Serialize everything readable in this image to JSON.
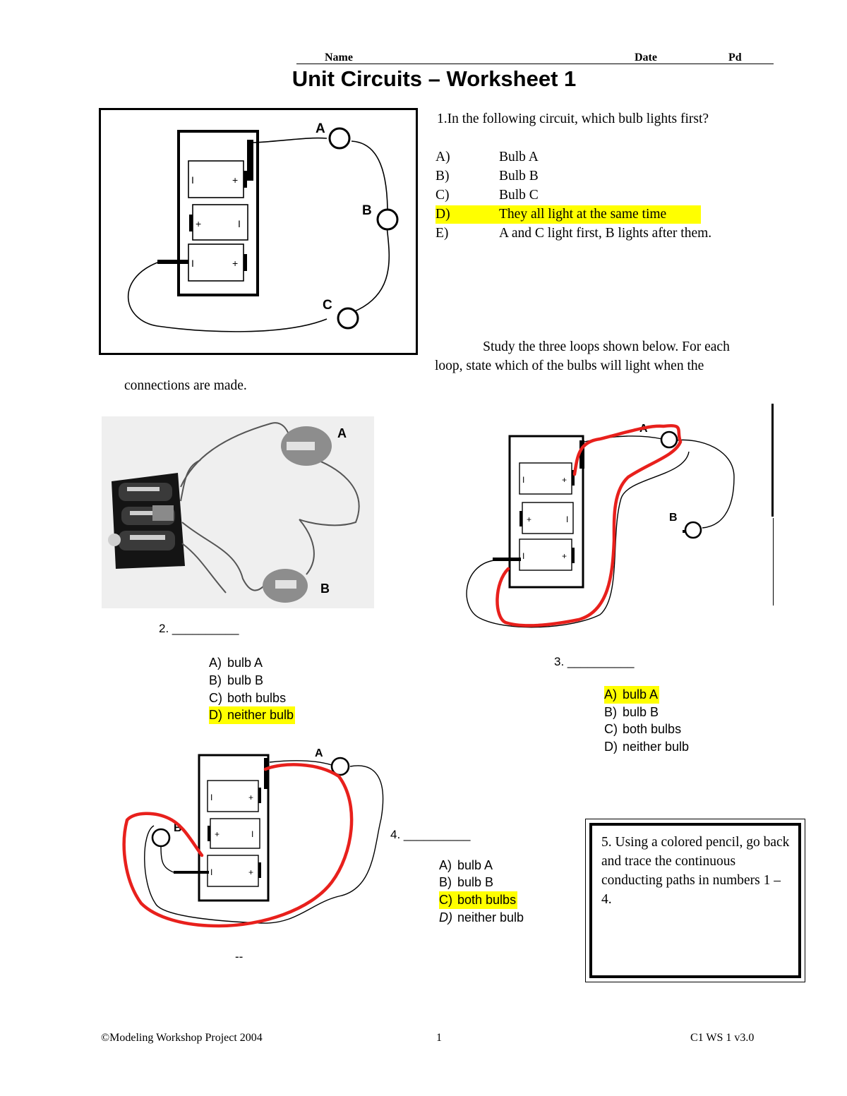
{
  "header": {
    "name_label": "Name",
    "date_label": "Date",
    "period_label": "Pd",
    "title": "Unit Circuits – Worksheet 1"
  },
  "q1": {
    "question": "1.In the following circuit, which bulb lights first?",
    "bulb_labels": [
      "A",
      "B",
      "C"
    ],
    "options": [
      {
        "letter": "A)",
        "text": "Bulb A",
        "highlighted": false
      },
      {
        "letter": "B)",
        "text": "Bulb B",
        "highlighted": false
      },
      {
        "letter": "C)",
        "text": "Bulb C",
        "highlighted": false
      },
      {
        "letter": "D)",
        "text": "They all light at the same time",
        "highlighted": true
      },
      {
        "letter": "E)",
        "text": "A and C light first, B lights after them.",
        "highlighted": false
      }
    ]
  },
  "instructions": {
    "line1": "Study the three loops shown below.  For each",
    "line2": "loop, state which of the bulbs will light when the",
    "line3": "connections are made."
  },
  "q2": {
    "blank": "2. __________",
    "bulb_labels": [
      "A",
      "B"
    ],
    "options": [
      {
        "letter": "A)",
        "text": "bulb A",
        "highlighted": false
      },
      {
        "letter": "B)",
        "text": "bulb B",
        "highlighted": false
      },
      {
        "letter": "C)",
        "text": "both bulbs",
        "highlighted": false
      },
      {
        "letter": "D)",
        "text": "neither bulb",
        "highlighted": true
      }
    ]
  },
  "q3": {
    "blank": "3. __________",
    "bulb_labels": [
      "A",
      "B"
    ],
    "options": [
      {
        "letter": "A)",
        "text": "bulb A",
        "highlighted": true
      },
      {
        "letter": "B)",
        "text": "bulb B",
        "highlighted": false
      },
      {
        "letter": "C)",
        "text": "both bulbs",
        "highlighted": false
      },
      {
        "letter": "D)",
        "text": "neither bulb",
        "highlighted": false
      }
    ]
  },
  "q4": {
    "blank": "4. __________",
    "bulb_labels": [
      "A",
      "B"
    ],
    "dash": "--",
    "options": [
      {
        "letter": "A)",
        "text": "bulb A",
        "highlighted": false
      },
      {
        "letter": "B)",
        "text": "bulb B",
        "highlighted": false
      },
      {
        "letter": "C)",
        "text": "both bulbs",
        "highlighted": true
      },
      {
        "letter": "D)",
        "text": "neither bulb",
        "highlighted": false
      }
    ]
  },
  "q5": {
    "text": "5.  Using a colored pencil, go back and trace the continuous conducting paths in numbers 1 – 4."
  },
  "footer": {
    "copyright": "©Modeling Workshop Project 2004",
    "page_number": "1",
    "code": "C1 WS 1  v3.0"
  },
  "colors": {
    "highlight": "#ffff00",
    "trace": "#e8201c"
  }
}
